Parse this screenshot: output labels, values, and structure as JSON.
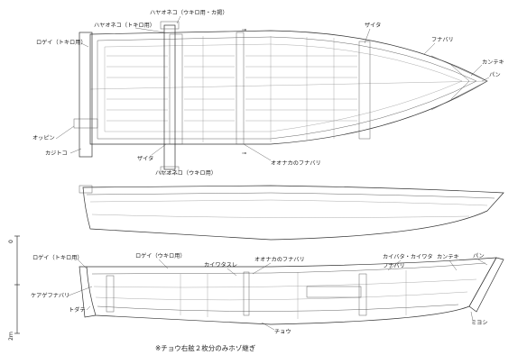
{
  "labels": {
    "hayaoneko_ukiro": "ハヤオネコ（ウキロ用・カ掲）",
    "hayaoneko_tokiro": "ハヤオネコ（トキロ用）",
    "rogui_tokiro_top": "ロゲイ（トキロ用）",
    "zaita_top": "ザイタ",
    "funabari_top": "フナバリ",
    "kanteki_top": "カンテキ",
    "pan_top": "パン",
    "oppin": "オッピン",
    "kajitoko": "カジトコ",
    "zaita_bottom": "ザイタ",
    "hayaoneko_ukiro_bottom": "ハヤオネコ（ウキロ用）",
    "oonaka_funabari_top": "オオナカのフナバリ",
    "rogui_tokiro_side": "ロゲイ（トキロ用）",
    "rogui_ukiro_side": "ロゲイ（ウキロ用）",
    "kaiwatasu": "カイワタスレ",
    "oonaka_funabari_side": "オオナカのフナバリ",
    "kaibata_kaiwata": "カイバタ・カイワタ",
    "funabari_side": "フナバリ",
    "kanteki_side": "カンテキ",
    "pan_side": "パン",
    "keagafunabari": "ケアゲフナバリ",
    "todate": "トダテ",
    "chou": "チョウ",
    "misao": "ミヨシ"
  },
  "scale": {
    "zero": "0",
    "max": "2m"
  },
  "note": "※チョウ右舷２枚分のみホゾ継ぎ"
}
